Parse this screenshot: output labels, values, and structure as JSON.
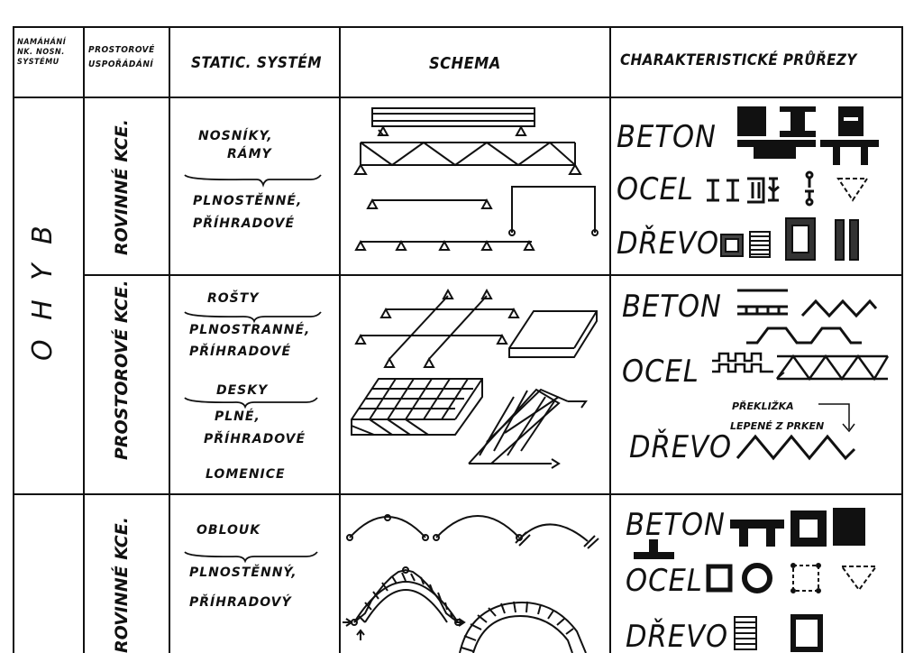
{
  "headers": {
    "col1": [
      "NAMÁHÁNÍ",
      "NK. NOSN.",
      "SYSTÉMU"
    ],
    "col2": [
      "PROSTOROVÉ",
      "USPOŘÁDÁNÍ"
    ],
    "col3": "STATIC. SYSTÉM",
    "col4": "SCHEMA",
    "col5": "CHARAKTERISTICKÉ PRŮŘEZY"
  },
  "group_label": "O H Y B",
  "rows": [
    {
      "arrangement": "ROVINNÉ KCE.",
      "static_top": [
        "NOSNÍKY,",
        "RÁMY"
      ],
      "static_bottom": [
        "PLNOSTĚNNÉ,",
        "PŘÍHRADOVÉ"
      ],
      "materials": [
        "BETON",
        "OCEL",
        "DŘEVO"
      ]
    },
    {
      "arrangement": "PROSTOROVÉ KCE.",
      "static_top": [
        "ROŠTY"
      ],
      "static_mid": [
        "PLNOSTRANNÉ,",
        "PŘÍHRADOVÉ"
      ],
      "static_desky": [
        "DESKY"
      ],
      "static_desky_sub": [
        "PLNÉ,",
        "PŘÍHRADOVÉ"
      ],
      "static_last": "LOMENICE",
      "materials": [
        "BETON",
        "OCEL",
        "DŘEVO"
      ],
      "notes": [
        "PŘEKLIŽKA",
        "LEPENÉ Z PRKEN"
      ]
    },
    {
      "arrangement": "ROVINNÉ KCE.",
      "static_top": [
        "OBLOUK"
      ],
      "static_bottom": [
        "PLNOSTĚNNÝ,",
        "PŘÍHRADOVÝ"
      ],
      "materials": [
        "BETON",
        "OCEL",
        "DŘEVO"
      ]
    }
  ]
}
